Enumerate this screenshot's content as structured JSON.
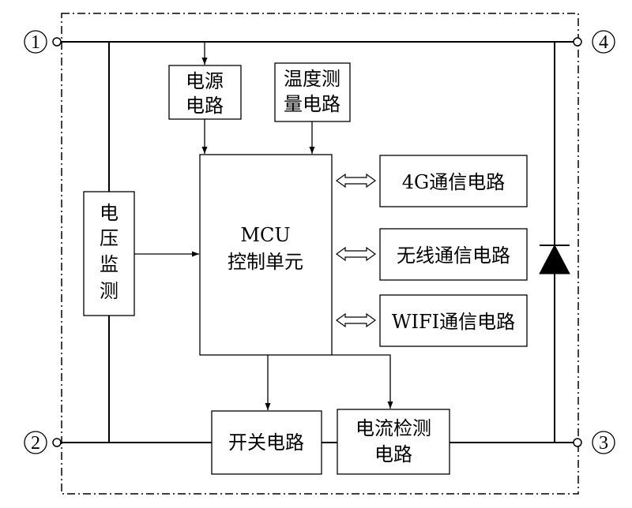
{
  "terminals": {
    "t1": "1",
    "t2": "2",
    "t3": "3",
    "t4": "4"
  },
  "blocks": {
    "power_supply": [
      "电源",
      "电路"
    ],
    "temperature": [
      "温度测",
      "量电路"
    ],
    "mcu": [
      "MCU",
      "控制单元"
    ],
    "voltage_monitor": [
      "电",
      "压",
      "监",
      "测"
    ],
    "comm_4g": "4G通信电路",
    "comm_wireless": "无线通信电路",
    "comm_wifi": "WIFI通信电路",
    "switch": "开关电路",
    "current_detect": [
      "电流检测",
      "电路"
    ]
  },
  "icons": {
    "diode": "diode-icon",
    "bidirectional_arrow": "double-arrow-icon"
  }
}
